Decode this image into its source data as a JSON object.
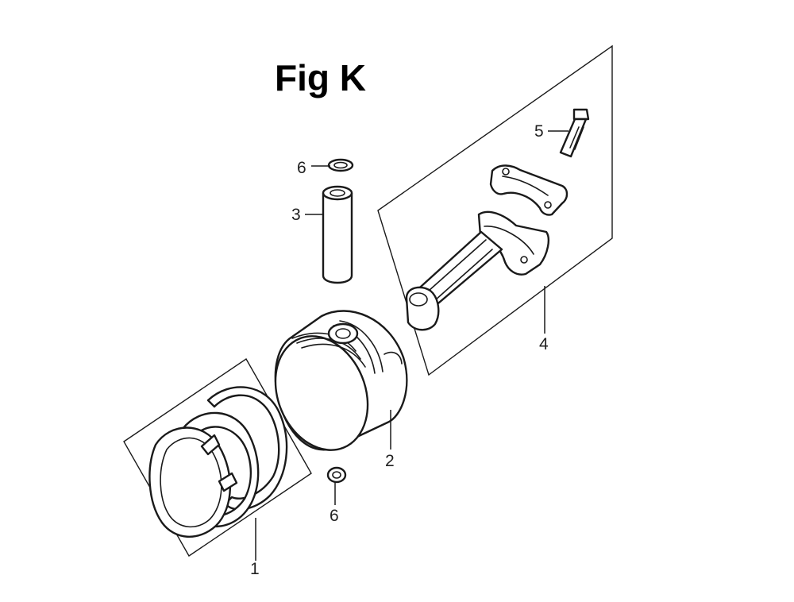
{
  "title": "Fig K",
  "callouts": {
    "piston_rings": "1",
    "piston": "2",
    "piston_pin": "3",
    "connecting_rod": "4",
    "rod_bolt": "5",
    "pin_clip_upper": "6",
    "pin_clip_lower": "6"
  },
  "colors": {
    "ink": "#1a1a1a",
    "background": "#ffffff"
  }
}
